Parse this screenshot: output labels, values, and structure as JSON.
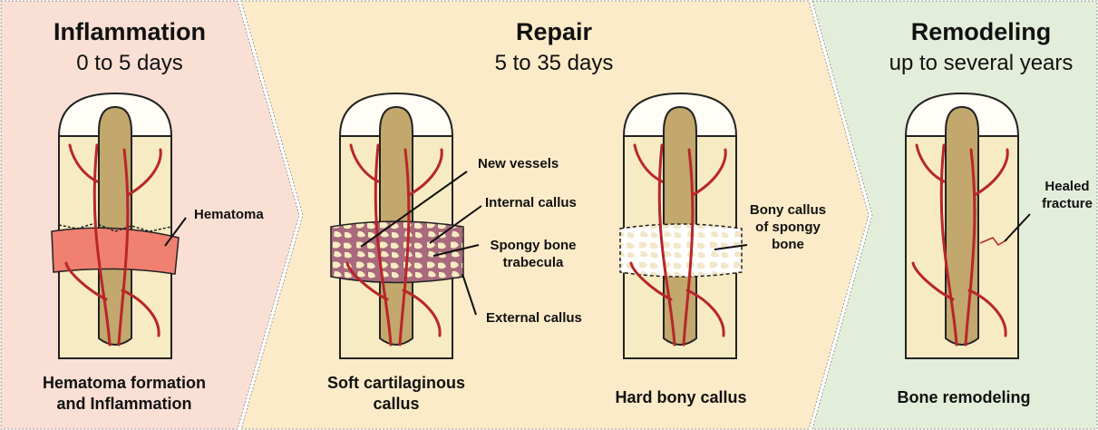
{
  "stages": [
    {
      "title": "Inflammation",
      "subtitle": "0 to 5 days"
    },
    {
      "title": "Repair",
      "subtitle": "5 to 35 days"
    },
    {
      "title": "Remodeling",
      "subtitle": "up to several years"
    }
  ],
  "captions": [
    "Hematoma formation\nand Inflammation",
    "Soft cartilaginous\ncallus",
    "Hard bony callus",
    "Bone remodeling"
  ],
  "annotations": {
    "hematoma": "Hematoma",
    "new_vessels": "New vessels",
    "internal_callus": "Internal callus",
    "spongy_trabecula": "Spongy bone\ntrabecula",
    "external_callus": "External callus",
    "bony_callus": "Bony callus\nof spongy\nbone",
    "healed_fracture": "Healed\nfracture"
  },
  "colors": {
    "inflammation_bg": "#f9dfd4",
    "repair_bg": "#fcebc8",
    "remodeling_bg": "#e3eeda",
    "cortex": "#f6ebc2",
    "marrow": "#c2a86c",
    "vessel": "#b8262a",
    "hematoma": "#f08070",
    "callus": "#a86a7c"
  }
}
